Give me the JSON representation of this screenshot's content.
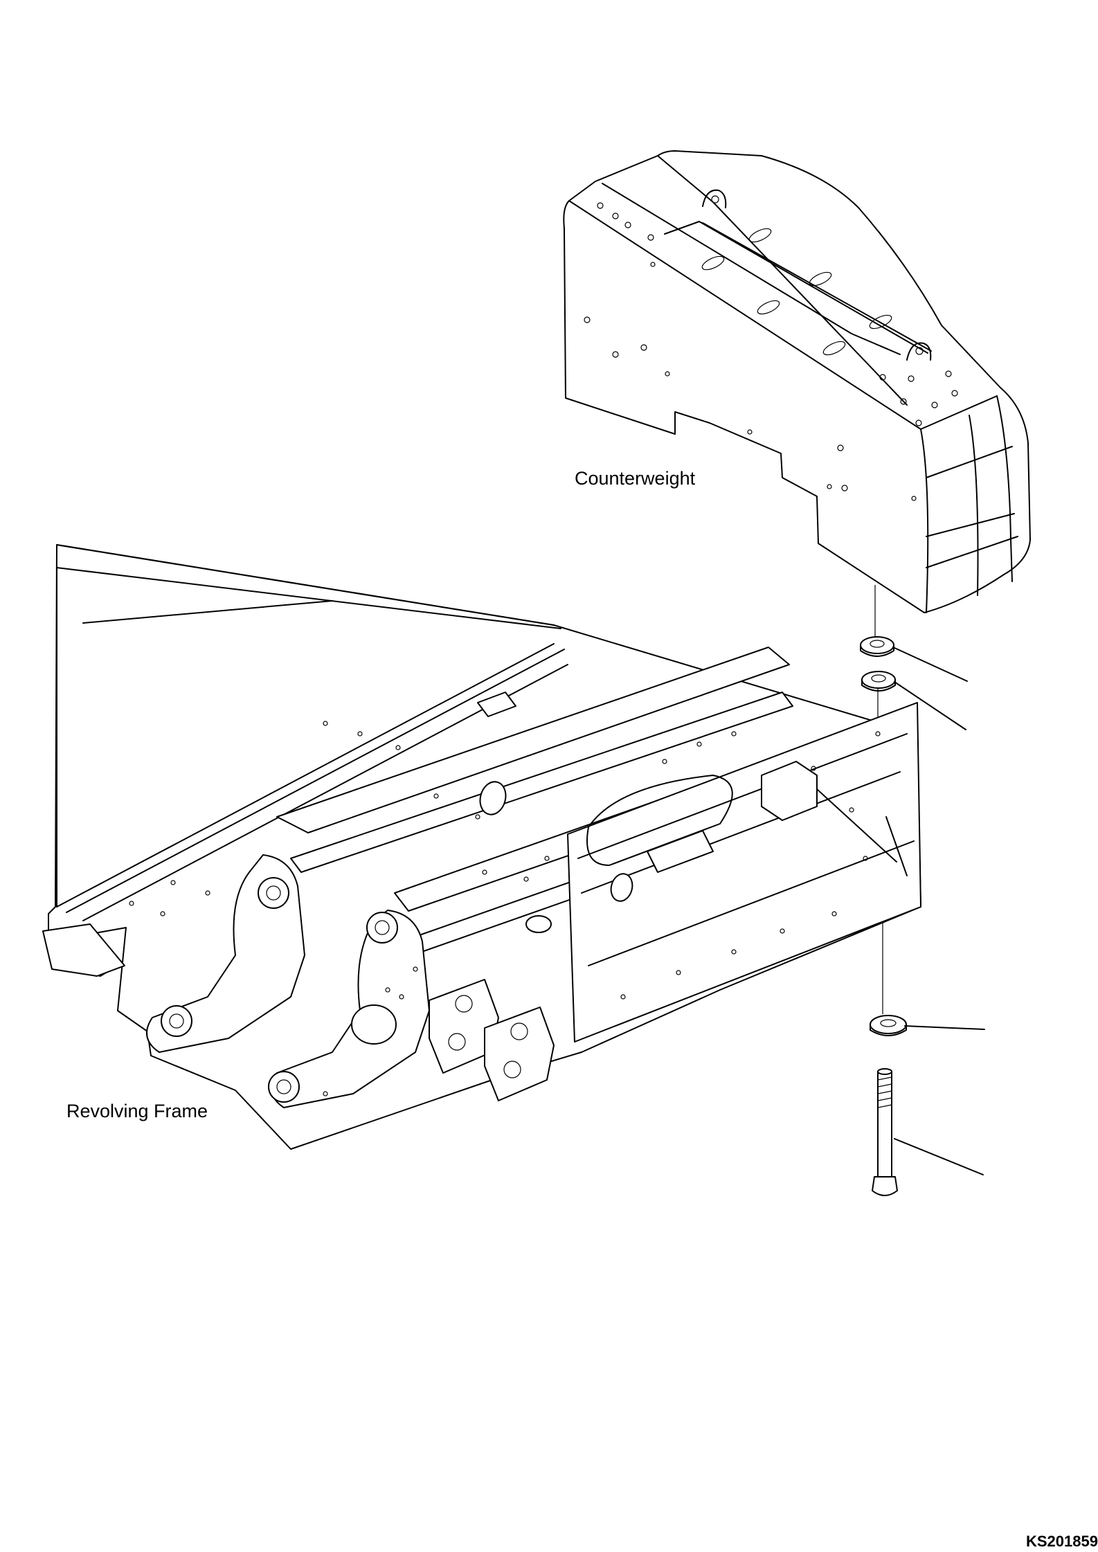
{
  "labels": {
    "counterweight": "Counterweight",
    "revolving_frame": "Revolving Frame"
  },
  "figure_code": "KS201859"
}
